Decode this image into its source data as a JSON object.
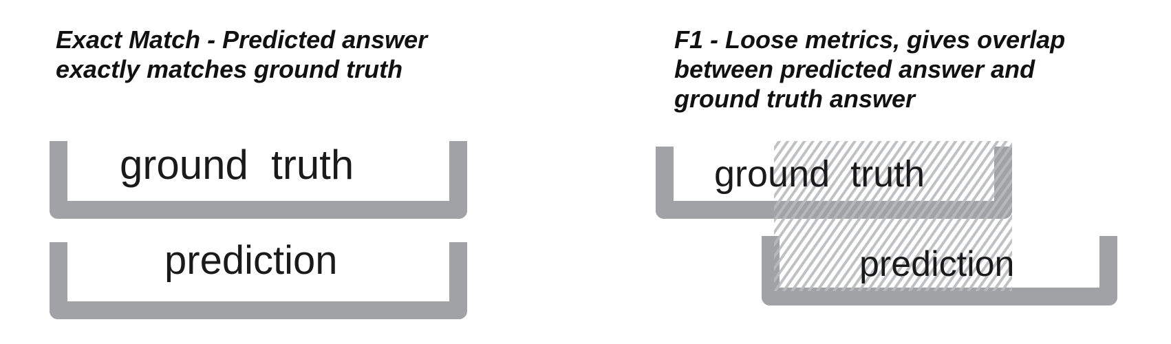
{
  "exact_match": {
    "heading_line1": "Exact Match - Predicted answer",
    "heading_line2": "exactly matches ground truth",
    "ground_truth_label": "ground  truth",
    "prediction_label": "prediction"
  },
  "f1": {
    "heading_line1": "F1 - Loose metrics, gives overlap",
    "heading_line2": "between predicted answer and",
    "heading_line3": "ground truth answer",
    "ground_truth_label": "ground  truth",
    "prediction_label": "prediction"
  },
  "colors": {
    "bracket": "#a0a2a6",
    "hatch": "#b8babd",
    "text": "#111111"
  }
}
